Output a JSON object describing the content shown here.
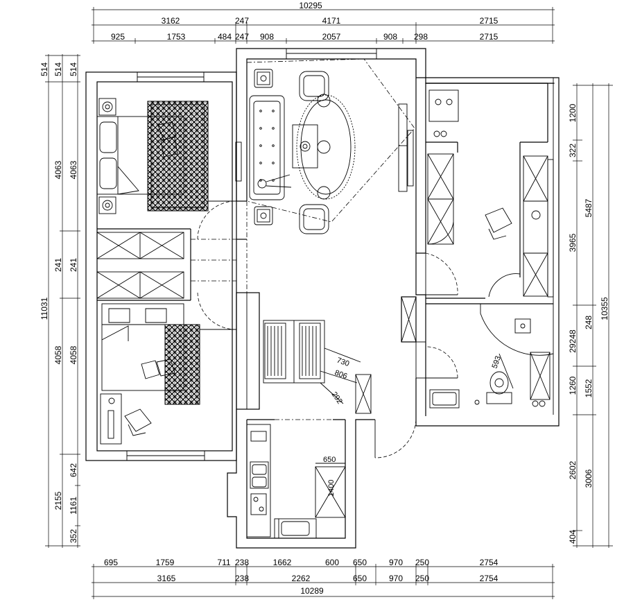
{
  "dimensions": {
    "top_total": "10295",
    "top_row1": [
      "3162",
      "247",
      "4171",
      "2715"
    ],
    "top_row2": [
      "925",
      "1753",
      "484",
      "247",
      "908",
      "2057",
      "908",
      "298",
      "2715"
    ],
    "bottom_row1": [
      "695",
      "1759",
      "711",
      "238",
      "1662",
      "600",
      "650",
      "970",
      "250",
      "2754"
    ],
    "bottom_row2": [
      "3165",
      "238",
      "2262",
      "650",
      "970",
      "250",
      "2754"
    ],
    "bottom_total": "10289",
    "left_outer": [
      "514",
      "11031"
    ],
    "left_inner": [
      "514",
      "4063",
      "241",
      "4058",
      "2155"
    ],
    "left_inner2": [
      "514",
      "4063",
      "241",
      "4058",
      "642",
      "1161",
      "352"
    ],
    "right_inner": [
      "1200",
      "322",
      "3965",
      "29248",
      "1260",
      "2602",
      "404"
    ],
    "right_mid": [
      "5487",
      "248",
      "1552",
      "3006"
    ],
    "right_outer": [
      "10355"
    ]
  },
  "annotations": {
    "diag_a": "730",
    "diag_b": "806",
    "diag_c": "292",
    "shower_width": "650",
    "shower_depth": "1400",
    "bath_diag": "593"
  }
}
